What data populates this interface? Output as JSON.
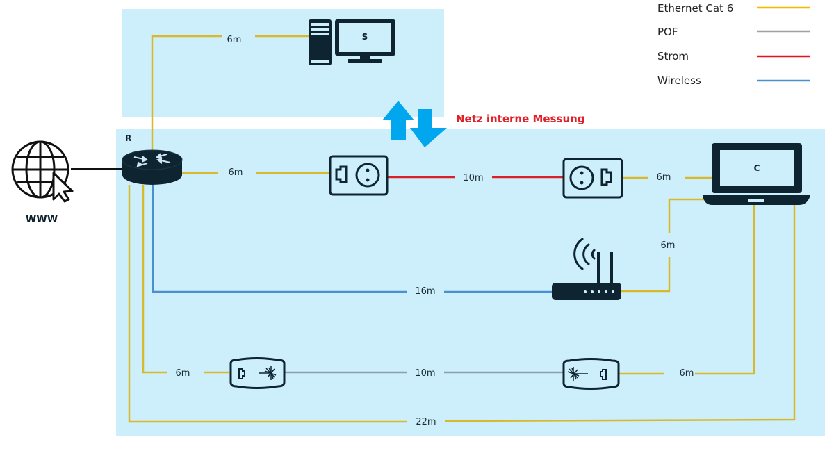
{
  "colors": {
    "ethernet": "#d8b92c",
    "pof": "#8aa0ae",
    "power": "#d9202a",
    "wireless": "#4a90d0",
    "zone_fill": "#cdeefb",
    "device": "#0e2430",
    "arrows": "#00a6ee",
    "annotation": "#e0202a"
  },
  "legend": [
    {
      "label": "Ethernet Cat 6",
      "type": "ethernet",
      "color": "#f5b800"
    },
    {
      "label": "POF",
      "type": "pof",
      "color": "#a0a0a0"
    },
    {
      "label": "Strom",
      "type": "power",
      "color": "#e8121c"
    },
    {
      "label": "Wireless",
      "type": "wireless",
      "color": "#4a90d0"
    }
  ],
  "annotation": "Netz interne Messung",
  "nodes": {
    "internet": {
      "label": "WWW",
      "icon": "globe-cursor-icon"
    },
    "router": {
      "label": "R",
      "icon": "router-icon"
    },
    "server": {
      "label": "S",
      "icon": "desktop-computer-icon"
    },
    "client": {
      "label": "C",
      "icon": "laptop-icon"
    },
    "powerline_a": {
      "icon": "powerline-adapter-icon"
    },
    "powerline_b": {
      "icon": "powerline-adapter-icon"
    },
    "access_point": {
      "icon": "wifi-router-icon"
    },
    "pof_a": {
      "icon": "pof-media-converter-icon"
    },
    "pof_b": {
      "icon": "pof-media-converter-icon"
    }
  },
  "links": {
    "router_server": "6m",
    "router_powerline": "6m",
    "powerline_power": "10m",
    "powerline_client": "6m",
    "ap_client": "6m",
    "router_ap_wireless": "16m",
    "router_pof": "6m",
    "pof_fiber": "10m",
    "pof_client": "6m",
    "router_client_direct": "22m"
  }
}
